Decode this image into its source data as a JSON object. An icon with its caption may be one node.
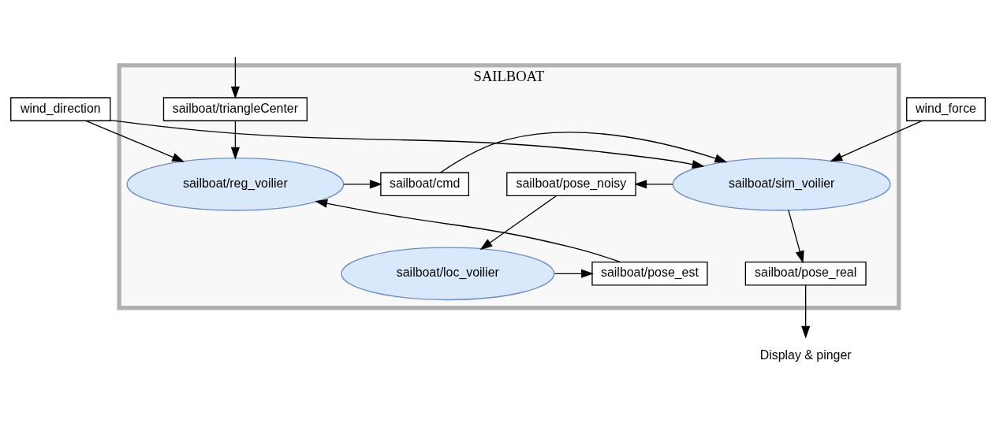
{
  "diagram": {
    "nodes": [
      {
        "text": [
          "wind_direction"
        ]
      },
      {
        "text": [
          "wind_force"
        ]
      },
      {
        "text": [
          "SAILBOAT"
        ]
      },
      {
        "text": [
          "sailboat/triangleCenter"
        ],
        "in": 2
      },
      {
        "text": [
          "sailboat/reg_voilier"
        ],
        "in": 2
      },
      {
        "text": [
          "sailboat/cmd"
        ],
        "in": 2
      },
      {
        "text": [
          "sailboat/sim_voilier"
        ],
        "in": 2
      },
      {
        "text": [
          "sailboat/pose_real"
        ],
        "in": 2
      },
      {
        "text": [
          "sailboat/pose_noisy"
        ],
        "in": 2
      },
      {
        "text": [
          "sailboat/loc_voilier"
        ],
        "in": 2
      },
      {
        "text": [
          "sailboat/pose_est"
        ],
        "in": 2
      },
      {
        "text": [
          "Display & pinger"
        ]
      }
    ],
    "edges": [
      {
        "from": null,
        "to": 3,
        "arrow": "to"
      },
      {
        "from": 3,
        "to": 4,
        "arrow": "to"
      },
      {
        "from": 0,
        "to": 4,
        "arrow": "to"
      },
      {
        "from": 0,
        "to": 6,
        "arrow": "to"
      },
      {
        "from": 1,
        "to": 6,
        "arrow": "to"
      },
      {
        "from": 4,
        "to": 5,
        "arrow": "to"
      },
      {
        "from": 5,
        "to": 6,
        "arrow": "to"
      },
      {
        "from": 6,
        "to": 7,
        "arrow": "to"
      },
      {
        "from": 6,
        "to": 8,
        "arrow": "to"
      },
      {
        "from": 7,
        "to": 11,
        "arrow": "to"
      },
      {
        "from": 8,
        "to": 9,
        "arrow": "to"
      },
      {
        "from": 9,
        "to": 10,
        "arrow": "to"
      },
      {
        "from": 10,
        "to": 4,
        "arrow": "to"
      }
    ]
  }
}
